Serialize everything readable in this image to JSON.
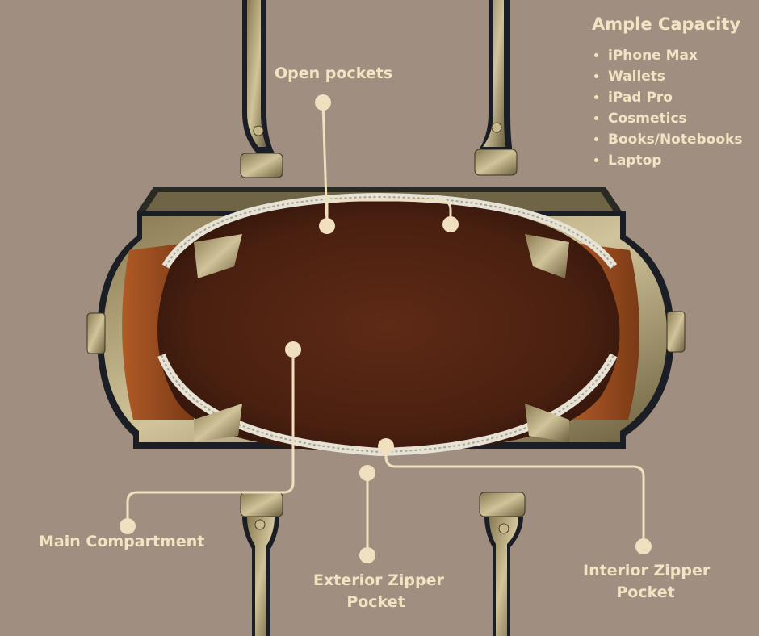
{
  "callouts": {
    "open_pockets": "Open pockets",
    "main_compartment": "Main Compartment",
    "exterior_zipper_line1": "Exterior Zipper",
    "exterior_zipper_line2": "Pocket",
    "interior_zipper_line1": "Interior Zipper",
    "interior_zipper_line2": "Pocket"
  },
  "capacity": {
    "title": "Ample Capacity",
    "items": [
      "iPhone Max",
      "Wallets",
      "iPad Pro",
      "Cosmetics",
      "Books/Notebooks",
      "Laptop"
    ]
  },
  "colors": {
    "background": "#a08f80",
    "text": "#f3e3c3",
    "leader_line": "#f0e0bf"
  }
}
